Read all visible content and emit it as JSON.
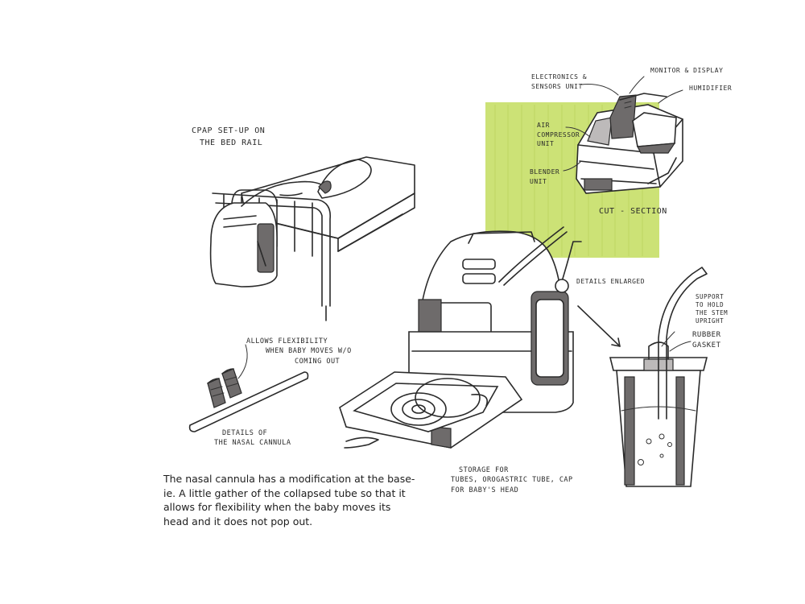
{
  "colors": {
    "highlight": "#c8e06a",
    "ink": "#2a2a2a",
    "marker_grey": "#6e6b6b"
  },
  "labels": {
    "cpap_setup": [
      "CPAP SET-UP ON",
      "THE BED RAIL"
    ],
    "electronics": [
      "ELECTRONICS &",
      "SENSORS UNIT"
    ],
    "monitor": "MONITOR & DISPLAY",
    "humidifier": "HUMIDIFIER",
    "air_compressor": [
      "AIR",
      "COMPRESSOR",
      "UNIT"
    ],
    "blender": [
      "BLENDER",
      "UNIT"
    ],
    "cut_section": "CUT - SECTION",
    "details_enlarged": "DETAILS ENLARGED",
    "support": [
      "SUPPORT",
      "TO HOLD",
      "THE STEM",
      "UPRIGHT"
    ],
    "rubber_gasket": [
      "RUBBER",
      "GASKET"
    ],
    "flexibility": [
      "ALLOWS FLEXIBILITY",
      "WHEN BABY MOVES W/O",
      "COMING OUT"
    ],
    "cannula_details": [
      "DETAILS OF",
      "THE NASAL CANNULA"
    ],
    "storage": [
      "STORAGE FOR",
      "TUBES, OROGASTRIC TUBE, CAP",
      "FOR BABY'S HEAD"
    ]
  },
  "note": [
    "The nasal cannula has a modification at the base-",
    "ie. A little gather of the collapsed tube so that it",
    "allows for flexibility when the baby moves its",
    "head and it does not pop out."
  ]
}
